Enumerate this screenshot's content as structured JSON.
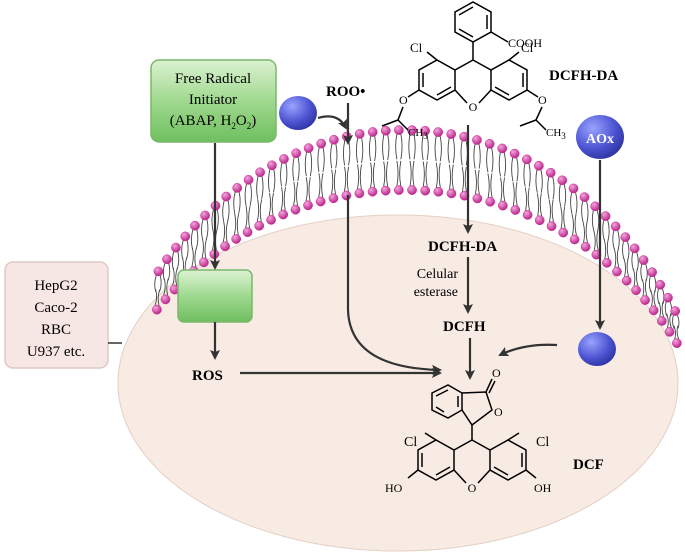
{
  "initiator": {
    "line1": "Free Radical",
    "line2": "Initiator",
    "line3_pre": "(ABAP, H",
    "line3_sub1": "2",
    "line3_mid": "O",
    "line3_sub2": "2",
    "line3_post": ")"
  },
  "roo_label": "ROO•",
  "dcfhda_top_label": "DCFH-DA",
  "aox_label": "AOx",
  "cells": [
    "HepG2",
    "Caco-2",
    "RBC",
    "U937 etc."
  ],
  "dcfhda_inner_label": "DCFH-DA",
  "esterase": {
    "line1": "Celular",
    "line2": "esterase"
  },
  "dcfh_label": "DCFH",
  "ros_label": "ROS",
  "dcf_label": "DCF",
  "top_molecule": {
    "cooh": "COOH",
    "cl_left": "Cl",
    "cl_right": "Cl",
    "o_ring": "O",
    "o_left": "O",
    "o_right": "O",
    "ch3_left": "CH",
    "ch3_right": "CH",
    "ch3_sub": "3"
  },
  "bottom_molecule": {
    "carbonyl_o": "O",
    "lactone_o": "O",
    "cl_left": "Cl",
    "cl_right": "Cl",
    "ho_left": "HO",
    "oh_right": "OH",
    "o_ring": "O"
  },
  "colors": {
    "cytoplasm": "#f8ebe3",
    "head": "#cc2d9a",
    "green": "#8fd080",
    "blue": "#4a52c8",
    "cell_box": "#f6e6e4"
  }
}
